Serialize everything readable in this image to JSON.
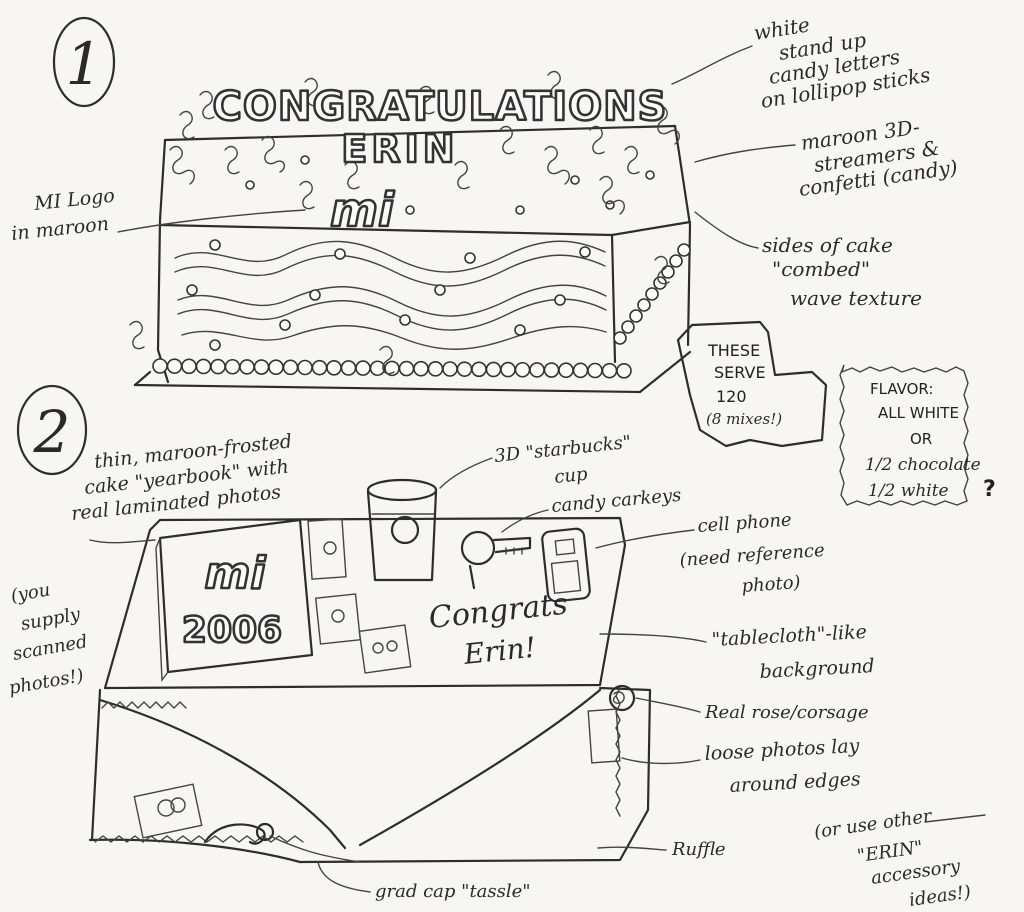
{
  "design1": {
    "number": "1",
    "cake_topper": [
      "CONGRATULATIONS",
      "ERIN"
    ],
    "cake_logo": "mi",
    "notes": {
      "letters": [
        "white",
        "stand up",
        "candy letters",
        "on lollipop sticks"
      ],
      "streamers": [
        "maroon 3D-",
        "streamers &",
        "confetti (candy)"
      ],
      "sides": [
        "sides of cake",
        "\"combed\"",
        "wave texture"
      ],
      "logo": [
        "MI Logo",
        "in maroon"
      ]
    }
  },
  "serving_note": [
    "THESE",
    "SERVE",
    "120",
    "(8 mixes!)"
  ],
  "flavor_note": [
    "FLAVOR:",
    "ALL WHITE",
    "OR",
    "1/2 chocolate",
    "1/2 white",
    "?"
  ],
  "design2": {
    "number": "2",
    "yearbook_logo": "mi",
    "yearbook_year": "2006",
    "cake_text": [
      "Congrats",
      "Erin!"
    ],
    "notes": {
      "yearbook": [
        "thin, maroon-frosted",
        "cake \"yearbook\" with",
        "real laminated photos"
      ],
      "cup": [
        "3D \"starbucks\"",
        "cup"
      ],
      "carkeys": "candy carkeys",
      "phone": [
        "cell phone",
        "(need reference",
        "photo)"
      ],
      "supply": [
        "(you",
        "supply",
        "scanned",
        "photos!)"
      ],
      "tablecloth": [
        "\"tablecloth\"-like",
        "background"
      ],
      "rose": "Real rose/corsage",
      "photos": [
        "loose photos lay",
        "around edges"
      ],
      "ruffle": "Ruffle",
      "tassle": "grad cap \"tassle\"",
      "other": [
        "(or use other",
        "\"ERIN\"",
        "accessory",
        "ideas!)"
      ]
    }
  }
}
